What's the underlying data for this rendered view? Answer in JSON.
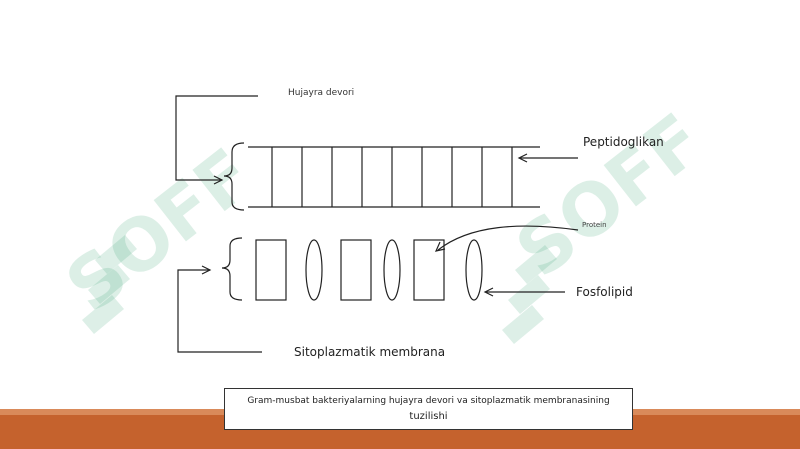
{
  "labels": {
    "cell_wall": "Hujayra devori",
    "peptidoglycan": "Peptidoglikan",
    "protein": "Protein",
    "phospholipid": "Fosfolipid",
    "cytoplasmic_membrane": "Sitoplazmatik membrana"
  },
  "caption": {
    "line1": "Gram-musbat bakteriyalarning hujayra devori va sitoplazmatik membranasining",
    "line2": "tuzilishi"
  },
  "watermark": {
    "text": "SOFF"
  },
  "colors": {
    "line": "#222222",
    "bottom_band": "#c5622d",
    "watermark": "#2e9e6a"
  }
}
